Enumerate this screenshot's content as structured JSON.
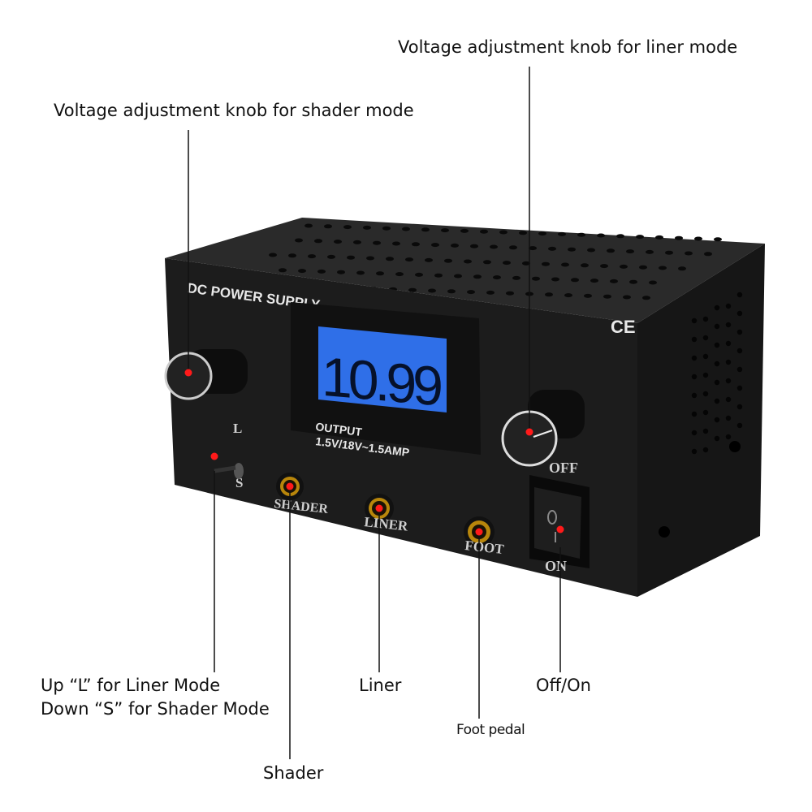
{
  "annotations": {
    "liner_knob": "Voltage adjustment knob for liner mode",
    "shader_knob": "Voltage adjustment knob for shader mode",
    "mode_switch_line1": "Up “L” for Liner Mode",
    "mode_switch_line2": "Down “S” for Shader Mode",
    "liner": "Liner",
    "off_on": "Off/On",
    "foot_pedal": "Foot pedal",
    "shader": "Shader"
  },
  "device": {
    "brand_label": "DC POWER SUPPLY",
    "display_value": "10.99",
    "output_label": "OUTPUT",
    "output_spec": "1.5V/18V~1.5AMP",
    "switch_up": "L",
    "switch_down": "S",
    "jack_shader": "SHADER",
    "jack_liner": "LINER",
    "jack_foot": "FOOT",
    "power_off": "OFF",
    "power_on": "ON",
    "cert_mark": "CE"
  },
  "colors": {
    "lcd": "#2f6fe8",
    "marker": "#ff1a1a",
    "case": "#1a1a1a"
  }
}
